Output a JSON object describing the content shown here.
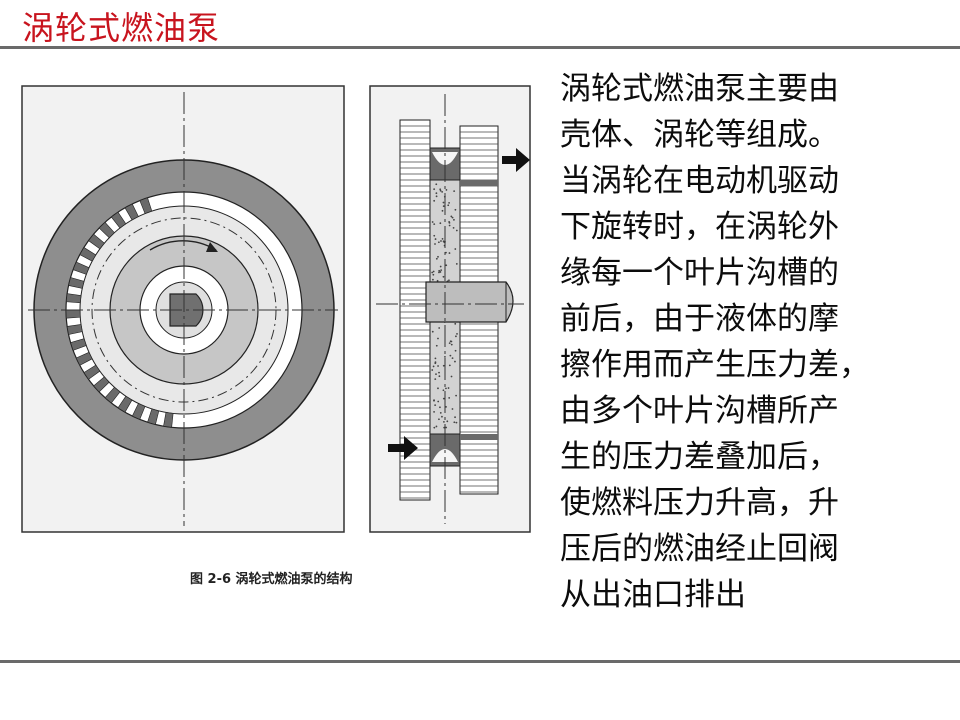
{
  "slide": {
    "title": "涡轮式燃油泵",
    "figure_caption": "图 2-6   涡轮式燃油泵的结构",
    "body_lines": [
      "涡轮式燃油泵主要由",
      "壳体、涡轮等组成。",
      "当涡轮在电动机驱动",
      "下旋转时，在涡轮外",
      "缘每一个叶片沟槽的",
      "前后，由于液体的摩",
      "擦作用而产生压力差，",
      "由多个叶片沟槽所产",
      "生的压力差叠加后，",
      "使燃料压力升高，升",
      "压后的燃油经止回阀",
      "从出油口排出"
    ]
  },
  "colors": {
    "title": "#c8141e",
    "rule": "#6a6a6a",
    "text": "#0c0c0c"
  }
}
